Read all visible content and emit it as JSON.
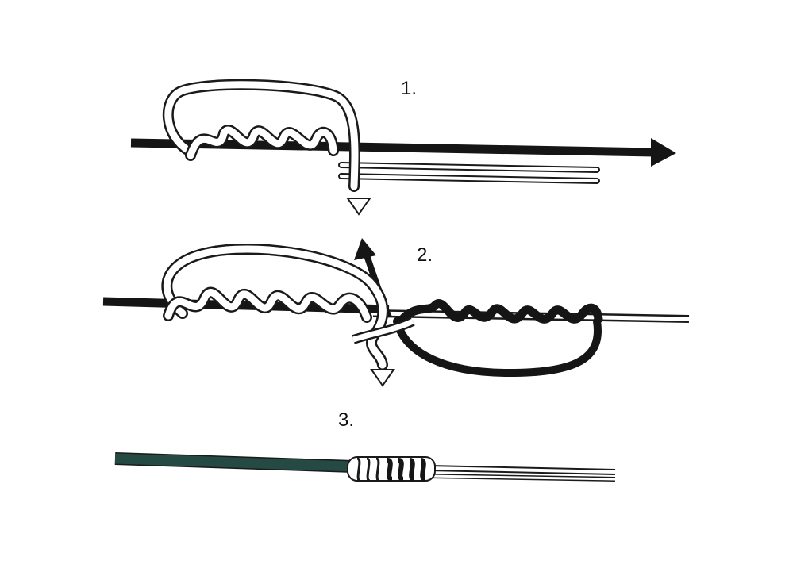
{
  "steps": [
    {
      "label": "1."
    },
    {
      "label": "2."
    },
    {
      "label": "3."
    }
  ],
  "colors": {
    "background": "#ffffff",
    "dark_line": "#151515",
    "light_line": "#ffffff",
    "outline": "#1a1a1a",
    "leader_green": "#254a44"
  }
}
